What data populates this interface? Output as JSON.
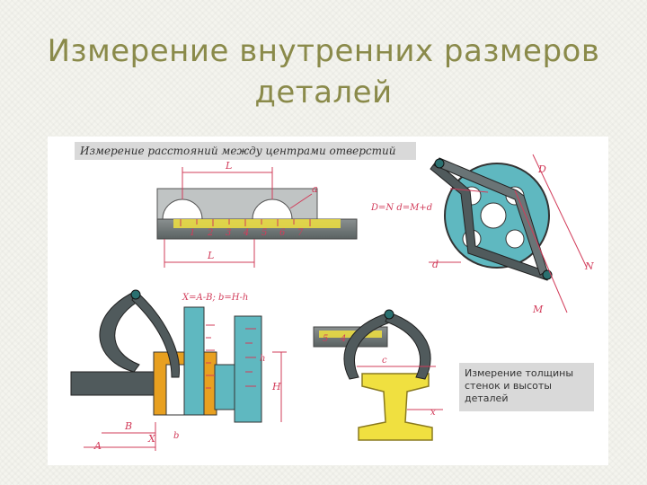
{
  "slide": {
    "title_line1": "Измерение внутренних размеров",
    "title_line2": "деталей"
  },
  "figure": {
    "caption_top": "Измерение расстояний между центрами отверстий",
    "caption_bottom_right": "Измерение толщины\nстенок и высоты\nдеталей",
    "formula_right": "D=N d=M+d",
    "formula_left": "X=A-B;  b=H-h",
    "labels": {
      "L": "L",
      "a": "a",
      "D": "D",
      "N": "N",
      "M": "M",
      "d": "d",
      "H": "H",
      "h": "h",
      "A": "A",
      "B": "B",
      "X": "X",
      "b": "b",
      "c": "c",
      "x": "x"
    },
    "ruler_numbers": [
      "1",
      "2",
      "3",
      "4",
      "5",
      "6",
      "7"
    ],
    "ruler_numbers_small": [
      "5",
      "4",
      "3"
    ]
  },
  "colors": {
    "title": "#8a8a4a",
    "steel": "#505a5c",
    "teal": "#5fb8c0",
    "yellow": "#f0e040",
    "section": "#e8a020",
    "dim": "#d23c5a"
  }
}
